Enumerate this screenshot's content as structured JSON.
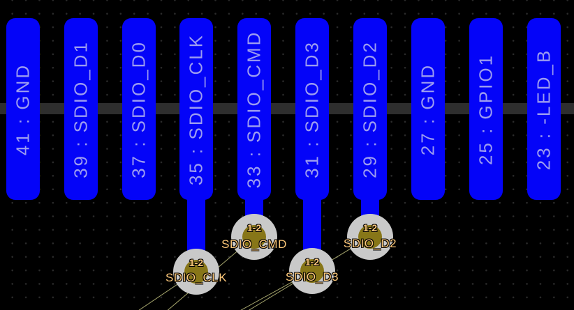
{
  "view": {
    "context": "pcb-layout-editor-canvas",
    "grid": "dotted"
  },
  "pads": [
    {
      "label": "41 : GND"
    },
    {
      "label": "39 : SDIO_D1"
    },
    {
      "label": "37 : SDIO_D0"
    },
    {
      "label": "35 : SDIO_CLK"
    },
    {
      "label": "33 : SDIO_CMD"
    },
    {
      "label": "31 : SDIO_D3"
    },
    {
      "label": "29 : SDIO_D2"
    },
    {
      "label": "27 : GND"
    },
    {
      "label": "25 : GPIO1"
    },
    {
      "label": "23 : -LED_B"
    }
  ],
  "vias": [
    {
      "layer_pair": "1-2",
      "net": "SDIO_CLK"
    },
    {
      "layer_pair": "1-2",
      "net": "SDIO_CMD"
    },
    {
      "layer_pair": "1-2",
      "net": "SDIO_D3"
    },
    {
      "layer_pair": "1-2",
      "net": "SDIO_D2"
    }
  ],
  "colors": {
    "background": "#000000",
    "grid_dot": "#2b2b2b",
    "pad_copper": "#0404f8",
    "pad_text": "#9c9cf0",
    "via_ring": "#c9c9c9",
    "via_drill": "#877618",
    "annotation_text": "#fdc87a",
    "ratsnest_line": "#a3a36b",
    "track_bar": "#2e2e2e"
  }
}
